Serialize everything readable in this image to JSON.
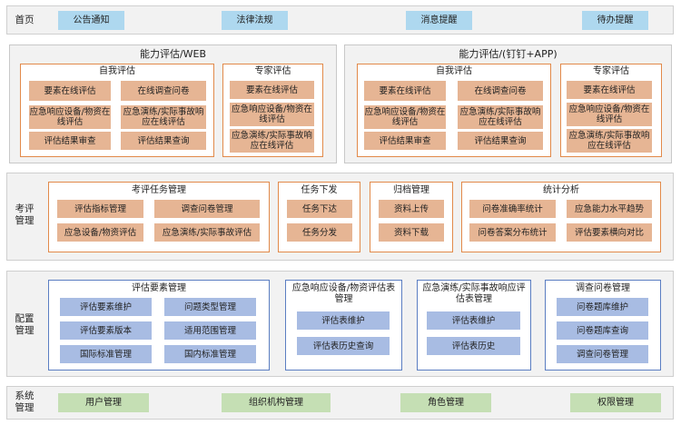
{
  "home": {
    "label": "首页",
    "items": [
      "公告通知",
      "法律法规",
      "消息提醒",
      "待办提醒"
    ]
  },
  "capability": {
    "web": {
      "title": "能力评估/WEB",
      "self": {
        "title": "自我评估",
        "items": [
          "要素在线评估",
          "在线调查问卷",
          "应急响应设备/物资在线评估",
          "应急演练/实际事故响应在线评估",
          "评估结果审查",
          "评估结果查询"
        ]
      },
      "expert": {
        "title": "专家评估",
        "items": [
          "要素在线评估",
          "应急响应设备/物资在线评估",
          "应急演练/实际事故响应在线评估"
        ]
      }
    },
    "app": {
      "title": "能力评估/(钉钉+APP)",
      "self": {
        "title": "自我评估",
        "items": [
          "要素在线评估",
          "在线调查问卷",
          "应急响应设备/物资在线评估",
          "应急演练/实际事故响应在线评估",
          "评估结果审查",
          "评估结果查询"
        ]
      },
      "expert": {
        "title": "专家评估",
        "items": [
          "要素在线评估",
          "应急响应设备/物资在线评估",
          "应急演练/实际事故响应在线评估"
        ]
      }
    }
  },
  "assessment": {
    "label": "考评管理",
    "task": {
      "title": "考评任务管理",
      "items": [
        "评估指标管理",
        "调查问卷管理",
        "应急设备/物资评估",
        "应急演练/实际事故评估"
      ]
    },
    "dispatch": {
      "title": "任务下发",
      "items": [
        "任务下达",
        "任务分发"
      ]
    },
    "archive": {
      "title": "归档管理",
      "items": [
        "资料上传",
        "资料下载"
      ]
    },
    "stats": {
      "title": "统计分析",
      "items": [
        "问卷准确率统计",
        "应急能力水平趋势",
        "问卷答案分布统计",
        "评估要素横向对比"
      ]
    }
  },
  "config": {
    "label": "配置管理",
    "elements": {
      "title": "评估要素管理",
      "items": [
        "评估要素维护",
        "问题类型管理",
        "评估要素版本",
        "适用范围管理",
        "国际标准管理",
        "国内标准管理"
      ]
    },
    "equipment": {
      "title": "应急响应设备/物资评估表管理",
      "items": [
        "评估表维护",
        "评估表历史查询"
      ]
    },
    "drill": {
      "title": "应急演练/实际事故响应评估表管理",
      "items": [
        "评估表维护",
        "评估表历史"
      ]
    },
    "survey": {
      "title": "调查问卷管理",
      "items": [
        "问卷题库维护",
        "问卷题库查询",
        "调查问卷管理"
      ]
    }
  },
  "system": {
    "label": "系统管理",
    "items": [
      "用户管理",
      "组织机构管理",
      "角色管理",
      "权限管理"
    ]
  },
  "colors": {
    "band_bg": "#f2f2f2",
    "home_chip": "#aed8ef",
    "system_chip": "#c5dfb4",
    "orange_box": "#e6b594",
    "orange_border": "#e28a4a",
    "blue_box": "#a8bce3",
    "blue_border": "#5b7ec2"
  }
}
